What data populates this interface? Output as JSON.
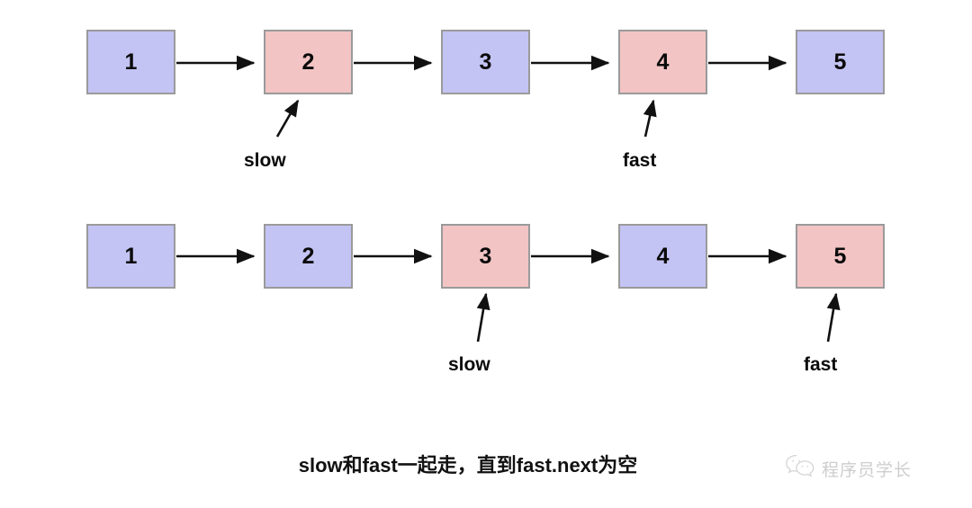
{
  "diagram": {
    "title": "slow and fast pointer linked list traversal",
    "background": "#ffffff",
    "colors": {
      "blue_node": "#c3c3f4",
      "pink_node": "#f2c4c4",
      "node_border": "#9a9a9a",
      "arrow": "#111111",
      "text": "#0a0a0a",
      "watermark": "#cbcbcb"
    },
    "rows": [
      {
        "name": "step-1",
        "nodes": [
          {
            "label": "1",
            "color": "blue"
          },
          {
            "label": "2",
            "color": "pink"
          },
          {
            "label": "3",
            "color": "blue"
          },
          {
            "label": "4",
            "color": "pink"
          },
          {
            "label": "5",
            "color": "blue"
          }
        ],
        "pointers": [
          {
            "label": "slow",
            "target_index": 1
          },
          {
            "label": "fast",
            "target_index": 3
          }
        ]
      },
      {
        "name": "step-2",
        "nodes": [
          {
            "label": "1",
            "color": "blue"
          },
          {
            "label": "2",
            "color": "blue"
          },
          {
            "label": "3",
            "color": "pink"
          },
          {
            "label": "4",
            "color": "blue"
          },
          {
            "label": "5",
            "color": "pink"
          }
        ],
        "pointers": [
          {
            "label": "slow",
            "target_index": 2
          },
          {
            "label": "fast",
            "target_index": 4
          }
        ]
      }
    ],
    "caption": "slow和fast一起走，直到fast.next为空",
    "watermark": {
      "icon": "wechat-icon",
      "text": "程序员学长"
    }
  }
}
